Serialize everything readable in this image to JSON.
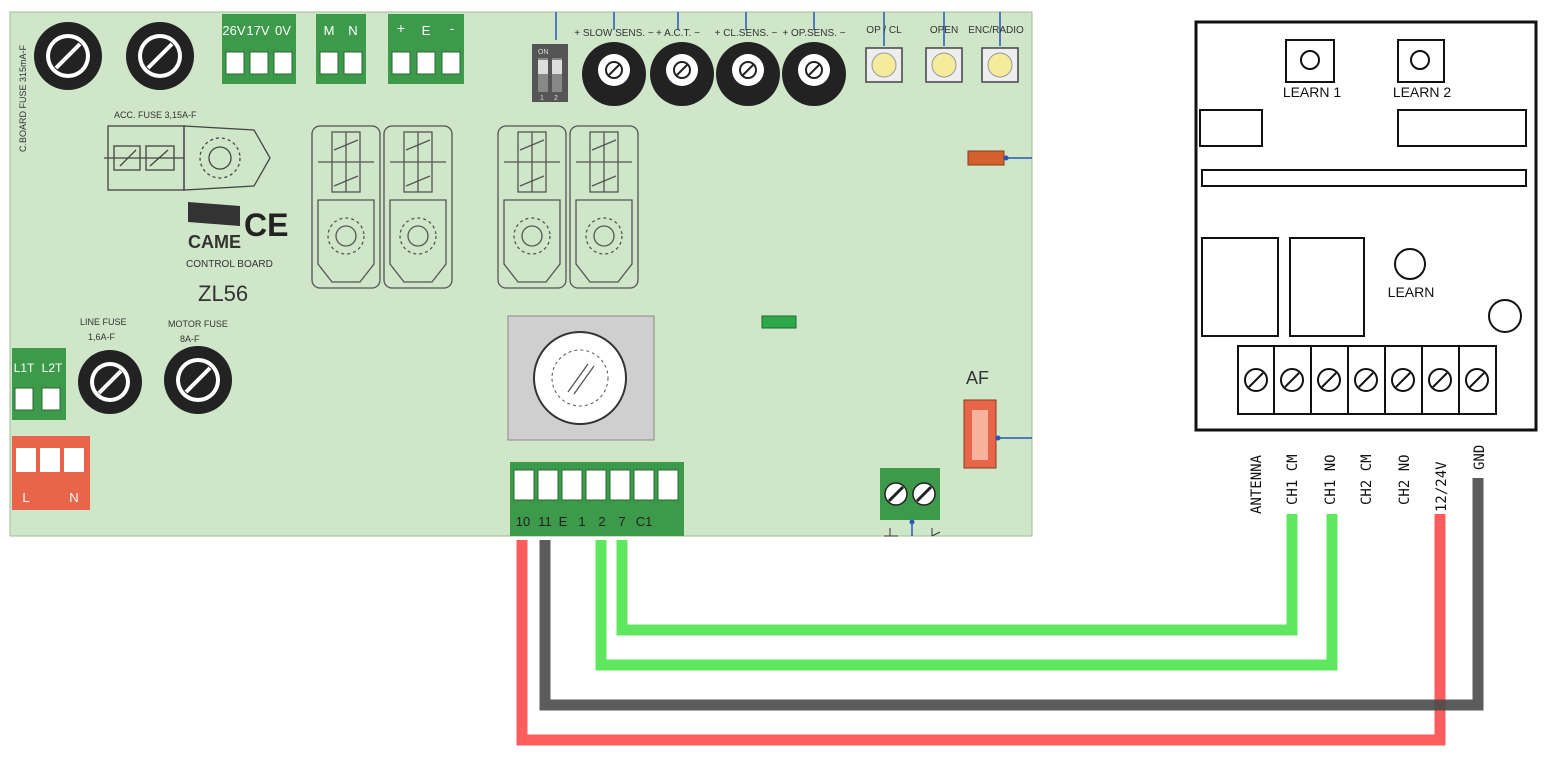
{
  "board": {
    "fuse_cboard": "C.BOARD FUSE 315mA-F",
    "fuse_acc": "ACC. FUSE 3,15A-F",
    "brand": "CAME",
    "control_board": "CONTROL BOARD",
    "model": "ZL56",
    "line_fuse": "LINE FUSE",
    "line_fuse_rating": "1,6A-F",
    "motor_fuse": "MOTOR FUSE",
    "motor_fuse_rating": "8A-F",
    "af": "AF",
    "ce": "CE",
    "top_terminal_group_1": [
      "26V",
      "17V",
      "0V"
    ],
    "top_terminal_group_2": [
      "M",
      "N"
    ],
    "top_terminal_group_3": [
      "+",
      "E",
      "-"
    ],
    "line_terminals": [
      "L1T",
      "L2T"
    ],
    "power_terminals": [
      "L",
      "N"
    ],
    "dip_on": "ON",
    "dip_nums": [
      "1",
      "2"
    ],
    "trimmers": [
      "+ SLOW SENS. −",
      "+ A.C.T. −",
      "+ CL.SENS. −",
      "+ OP.SENS. −"
    ],
    "buttons": [
      "OP / CL",
      "OPEN",
      "ENC/RADIO"
    ],
    "bottom_terminals": [
      "10",
      "11",
      "E",
      "1",
      "2",
      "7",
      "C1"
    ],
    "earth_label": "⏚"
  },
  "receiver": {
    "learn1": "LEARN 1",
    "learn2": "LEARN 2",
    "learn": "LEARN",
    "terminals": [
      "ANTENNA",
      "CH1 CM",
      "CH1 NO",
      "CH2 CM",
      "CH2 NO",
      "12/24V",
      "GND"
    ]
  },
  "colors": {
    "board_green": "#cfe6c9",
    "terminal_green": "#3c9a4a",
    "terminal_orange": "#e8654a",
    "wire_red": "#ff4b4b",
    "wire_black": "#4a4a4a",
    "wire_green": "#4ee64e",
    "knob_yellow": "#f4ec9a"
  }
}
